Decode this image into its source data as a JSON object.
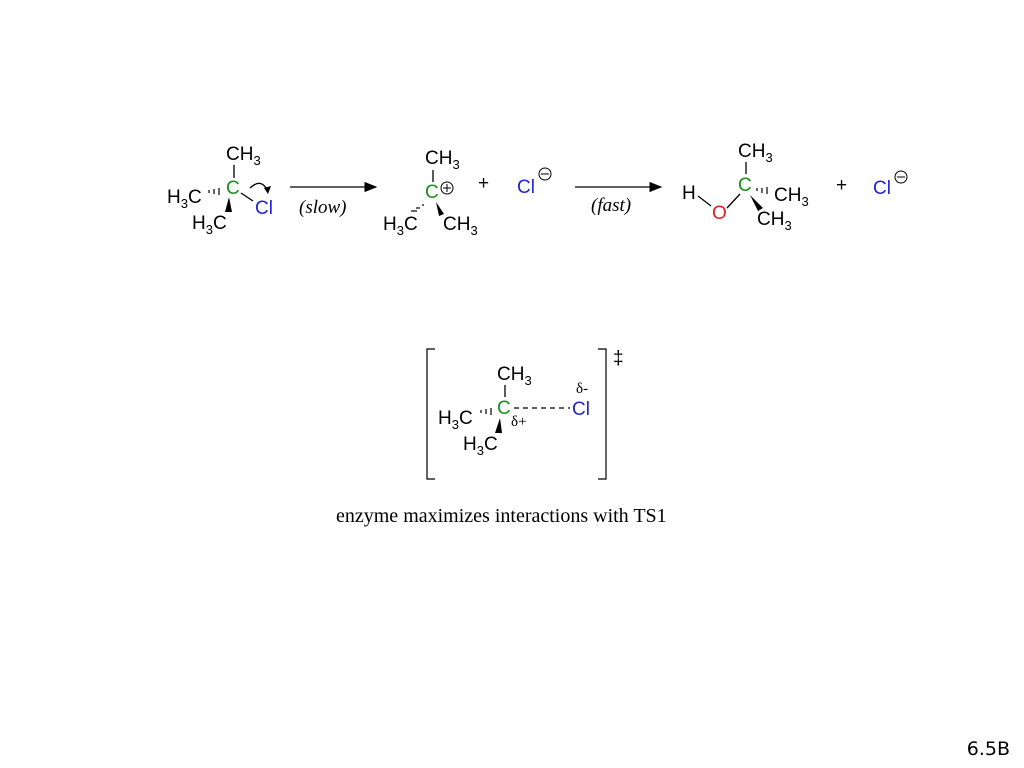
{
  "reaction": {
    "step1_condition": "(slow)",
    "step2_condition": "(fast)",
    "plus": "+",
    "reactant": {
      "top": "CH3",
      "left": "H3C",
      "bottom": "H3C",
      "center": "C",
      "leaving": "Cl"
    },
    "carbocation": {
      "top": "CH3",
      "center": "C",
      "charge": "⊕",
      "left": "H3C",
      "right": "CH3"
    },
    "chloride": {
      "symbol": "Cl",
      "charge": "⊖"
    },
    "product": {
      "h": "H",
      "o": "O",
      "center": "C",
      "top": "CH3",
      "right": "CH3",
      "bottom": "CH3"
    }
  },
  "transition_state": {
    "top": "CH3",
    "left": "H3C",
    "bottom": "H3C",
    "center": "C",
    "cl": "Cl",
    "delta_minus": "δ-",
    "delta_plus": "δ+",
    "dagger": "‡"
  },
  "caption": "enzyme maximizes interactions with TS1",
  "slide_number": "6.5B",
  "colors": {
    "carbon": "#1a8f1a",
    "chlorine": "#2323d0",
    "oxygen": "#e02020"
  }
}
